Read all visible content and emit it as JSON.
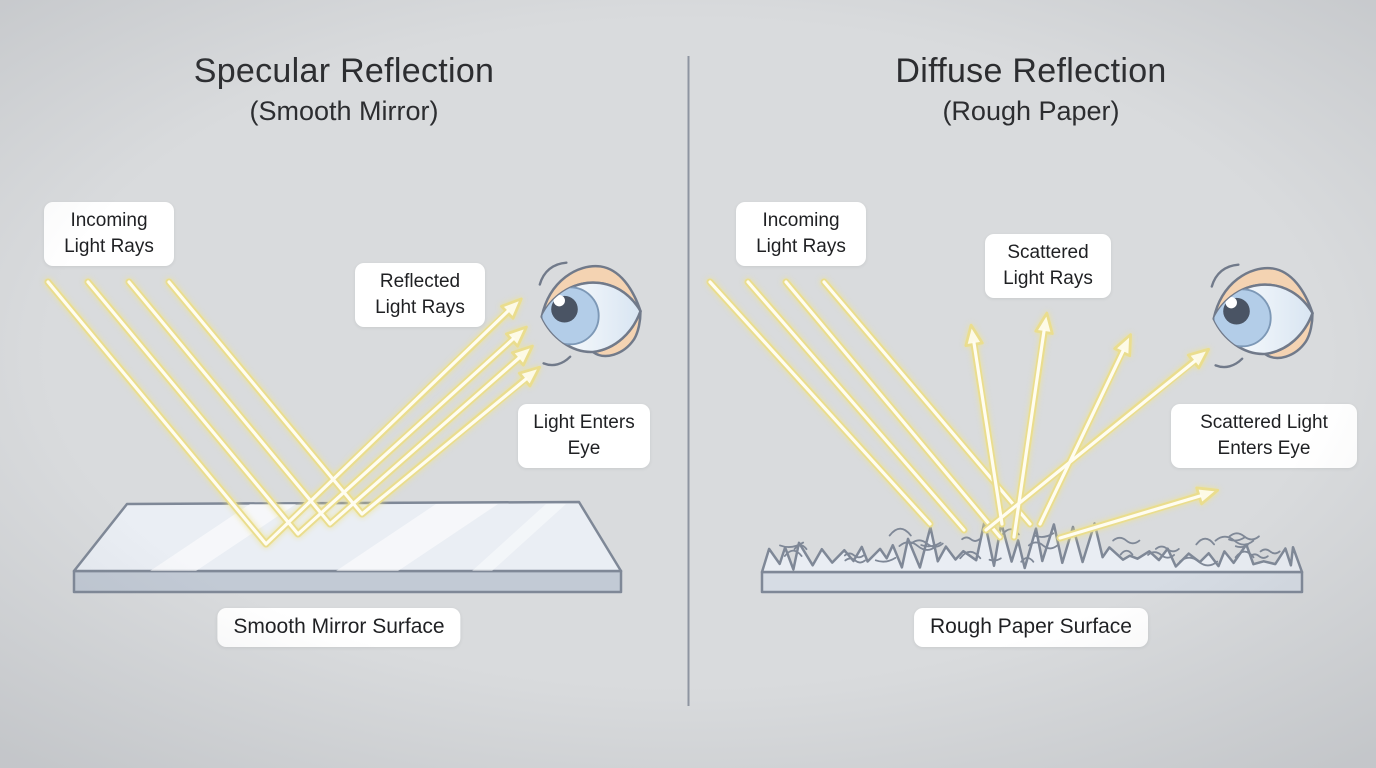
{
  "diagram_type": "physics-reflection-comparison",
  "colors": {
    "background": "#d9dbdd",
    "divider": "#8e95a1",
    "ray_outer": "#eadd8e",
    "ray_inner": "#fffdf0",
    "arrow_fill": "#fdfae6",
    "label_bg": "#ffffff",
    "label_text": "#1f2023",
    "title_text": "#2c2d30",
    "surface_outline": "#7f8897",
    "mirror_top": "#eaeef4",
    "mirror_side": "#c2cad5",
    "paper_fill": "#e9edf3",
    "paper_base": "#d6dce4",
    "eye_skin": "#f4d3b2",
    "eye_iris": "#b3cde8",
    "eye_pupil": "#4a5464",
    "eye_outline": "#717a8a"
  },
  "panels": [
    {
      "id": "specular",
      "title": "Specular Reflection",
      "subtitle": "(Smooth Mirror)",
      "incoming_ray_count": 4,
      "reflected_ray_count": 4,
      "labels": {
        "incoming": "Incoming Light Rays",
        "reflected": "Reflected Light Rays",
        "enters_eye": "Light Enters Eye",
        "surface": "Smooth Mirror Surface"
      }
    },
    {
      "id": "diffuse",
      "title": "Diffuse Reflection",
      "subtitle": "(Rough Paper)",
      "incoming_ray_count": 4,
      "scattered_ray_count": 5,
      "labels": {
        "incoming": "Incoming Light Rays",
        "scattered": "Scattered Light Rays",
        "enters_eye": "Scattered Light Enters Eye",
        "surface": "Rough Paper Surface"
      }
    }
  ]
}
